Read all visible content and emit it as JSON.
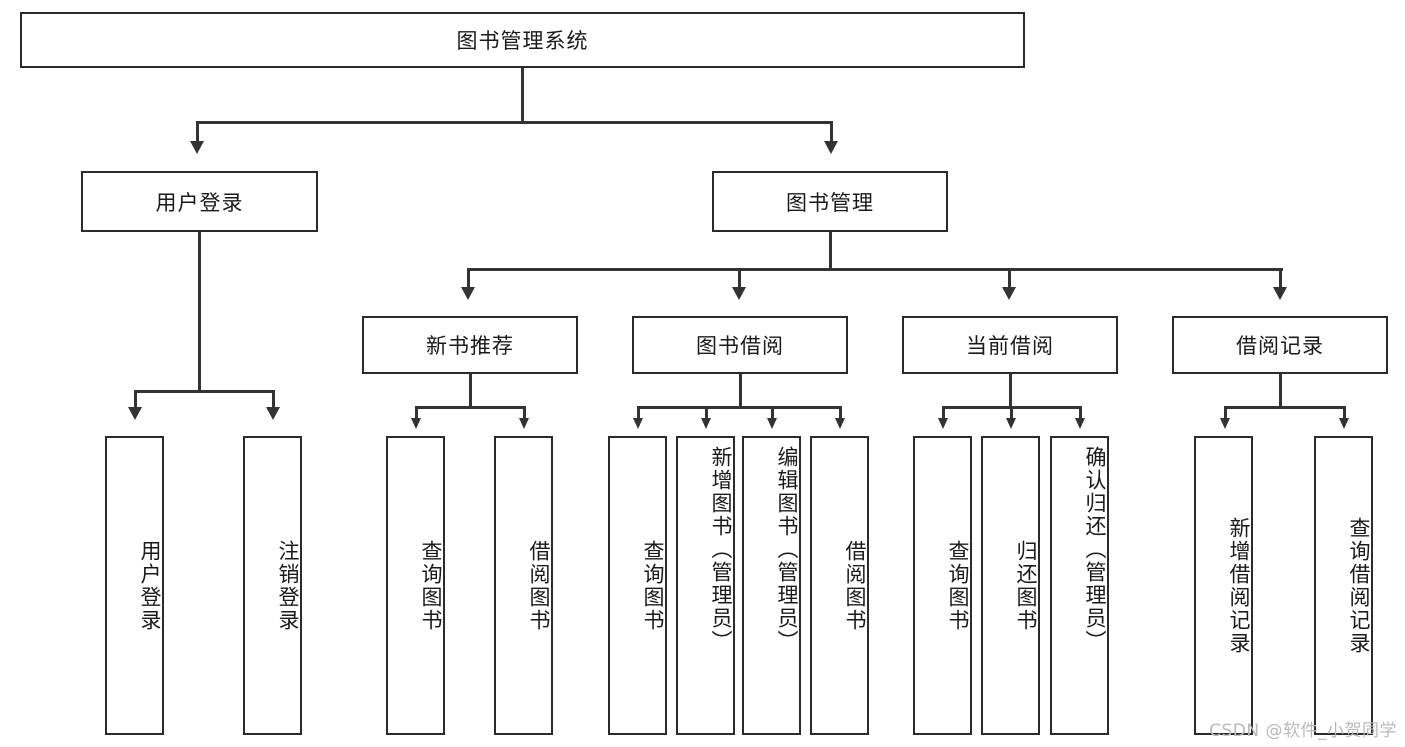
{
  "diagram": {
    "title": "图书管理系统",
    "type": "tree-hierarchy-diagram",
    "root": "图书管理系统",
    "level2": [
      {
        "id": "user-login",
        "label": "用户登录"
      },
      {
        "id": "book-management",
        "label": "图书管理"
      }
    ],
    "level3": [
      {
        "id": "new-book-recommend",
        "label": "新书推荐",
        "parent": "book-management"
      },
      {
        "id": "book-borrow",
        "label": "图书借阅",
        "parent": "book-management"
      },
      {
        "id": "current-borrow",
        "label": "当前借阅",
        "parent": "book-management"
      },
      {
        "id": "borrow-record",
        "label": "借阅记录",
        "parent": "book-management"
      }
    ],
    "leaves": {
      "user_login": [
        {
          "id": "leaf-user-login",
          "label": "用户登录"
        },
        {
          "id": "leaf-logout-login",
          "label": "注销登录"
        }
      ],
      "new_book_recommend": [
        {
          "id": "leaf-query-book-1",
          "label": "查询图书"
        },
        {
          "id": "leaf-borrow-book-1",
          "label": "借阅图书"
        }
      ],
      "book_borrow": [
        {
          "id": "leaf-query-book-2",
          "label": "查询图书"
        },
        {
          "id": "leaf-add-book",
          "label": "新增图书（管理员）"
        },
        {
          "id": "leaf-edit-book",
          "label": "编辑图书（管理员）"
        },
        {
          "id": "leaf-borrow-book-2",
          "label": "借阅图书"
        }
      ],
      "current_borrow": [
        {
          "id": "leaf-query-book-3",
          "label": "查询图书"
        },
        {
          "id": "leaf-return-book",
          "label": "归还图书"
        },
        {
          "id": "leaf-confirm-return",
          "label": "确认归还（管理员）"
        }
      ],
      "borrow_record": [
        {
          "id": "leaf-add-record",
          "label": "新增借阅记录"
        },
        {
          "id": "leaf-query-record",
          "label": "查询借阅记录"
        }
      ]
    },
    "colors": {
      "border": "#2b2b2b",
      "connector": "#333333",
      "background": "#ffffff",
      "text": "#1a1a1a",
      "watermark": "#b9b9b9"
    }
  },
  "watermark": {
    "text": "CSDN @软件_小贺同学"
  }
}
